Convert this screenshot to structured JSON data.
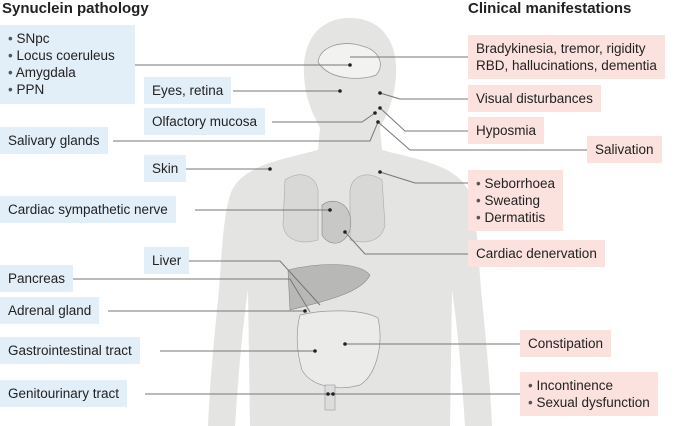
{
  "titles": {
    "left": "Synuclein pathology",
    "right": "Clinical manifestations"
  },
  "left": {
    "brain": [
      "SNpc",
      "Locus coeruleus",
      "Amygdala",
      "PPN"
    ],
    "eyes": "Eyes, retina",
    "olfactory": "Olfactory mucosa",
    "salivary": "Salivary glands",
    "skin": "Skin",
    "cardiac": "Cardiac sympathetic nerve",
    "liver": "Liver",
    "pancreas": "Pancreas",
    "adrenal": "Adrenal gland",
    "gi": "Gastrointestinal tract",
    "gu": "Genitourinary tract"
  },
  "right": {
    "motor": [
      "Bradykinesia, tremor, rigidity",
      "RBD, hallucinations, dementia"
    ],
    "visual": "Visual disturbances",
    "hyposmia": "Hyposmia",
    "salivation": "Salivation",
    "skin": [
      "Seborrhoea",
      "Sweating",
      "Dermatitis"
    ],
    "cardiac": "Cardiac denervation",
    "constipation": "Constipation",
    "gu": [
      "Incontinence",
      "Sexual dysfunction"
    ]
  },
  "colors": {
    "pathology": "#e2eef8",
    "manifestation": "#fbe2de",
    "body": "#e4e4e2"
  }
}
